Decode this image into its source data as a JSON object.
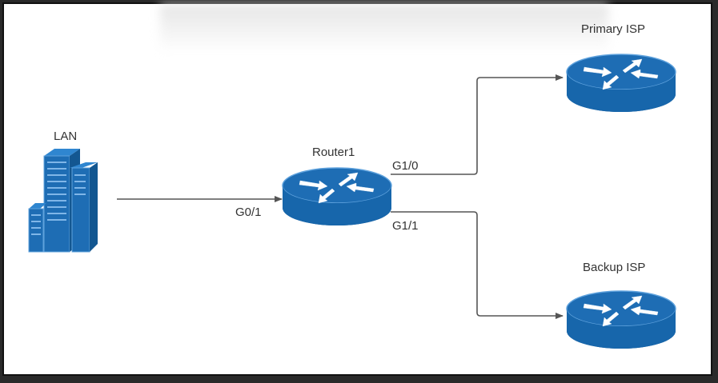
{
  "diagram": {
    "nodes": [
      {
        "id": "lan",
        "label": "LAN",
        "type": "building"
      },
      {
        "id": "router1",
        "label": "Router1",
        "type": "router"
      },
      {
        "id": "primary_isp",
        "label": "Primary ISP",
        "type": "router"
      },
      {
        "id": "backup_isp",
        "label": "Backup ISP",
        "type": "router"
      }
    ],
    "links": [
      {
        "from": "lan",
        "to": "router1",
        "interface": "G0/1"
      },
      {
        "from": "router1",
        "to": "primary_isp",
        "interface": "G1/0"
      },
      {
        "from": "router1",
        "to": "backup_isp",
        "interface": "G1/1"
      }
    ],
    "colors": {
      "device_blue": "#1e6db4",
      "device_dark": "#135791",
      "link": "#555555"
    }
  }
}
